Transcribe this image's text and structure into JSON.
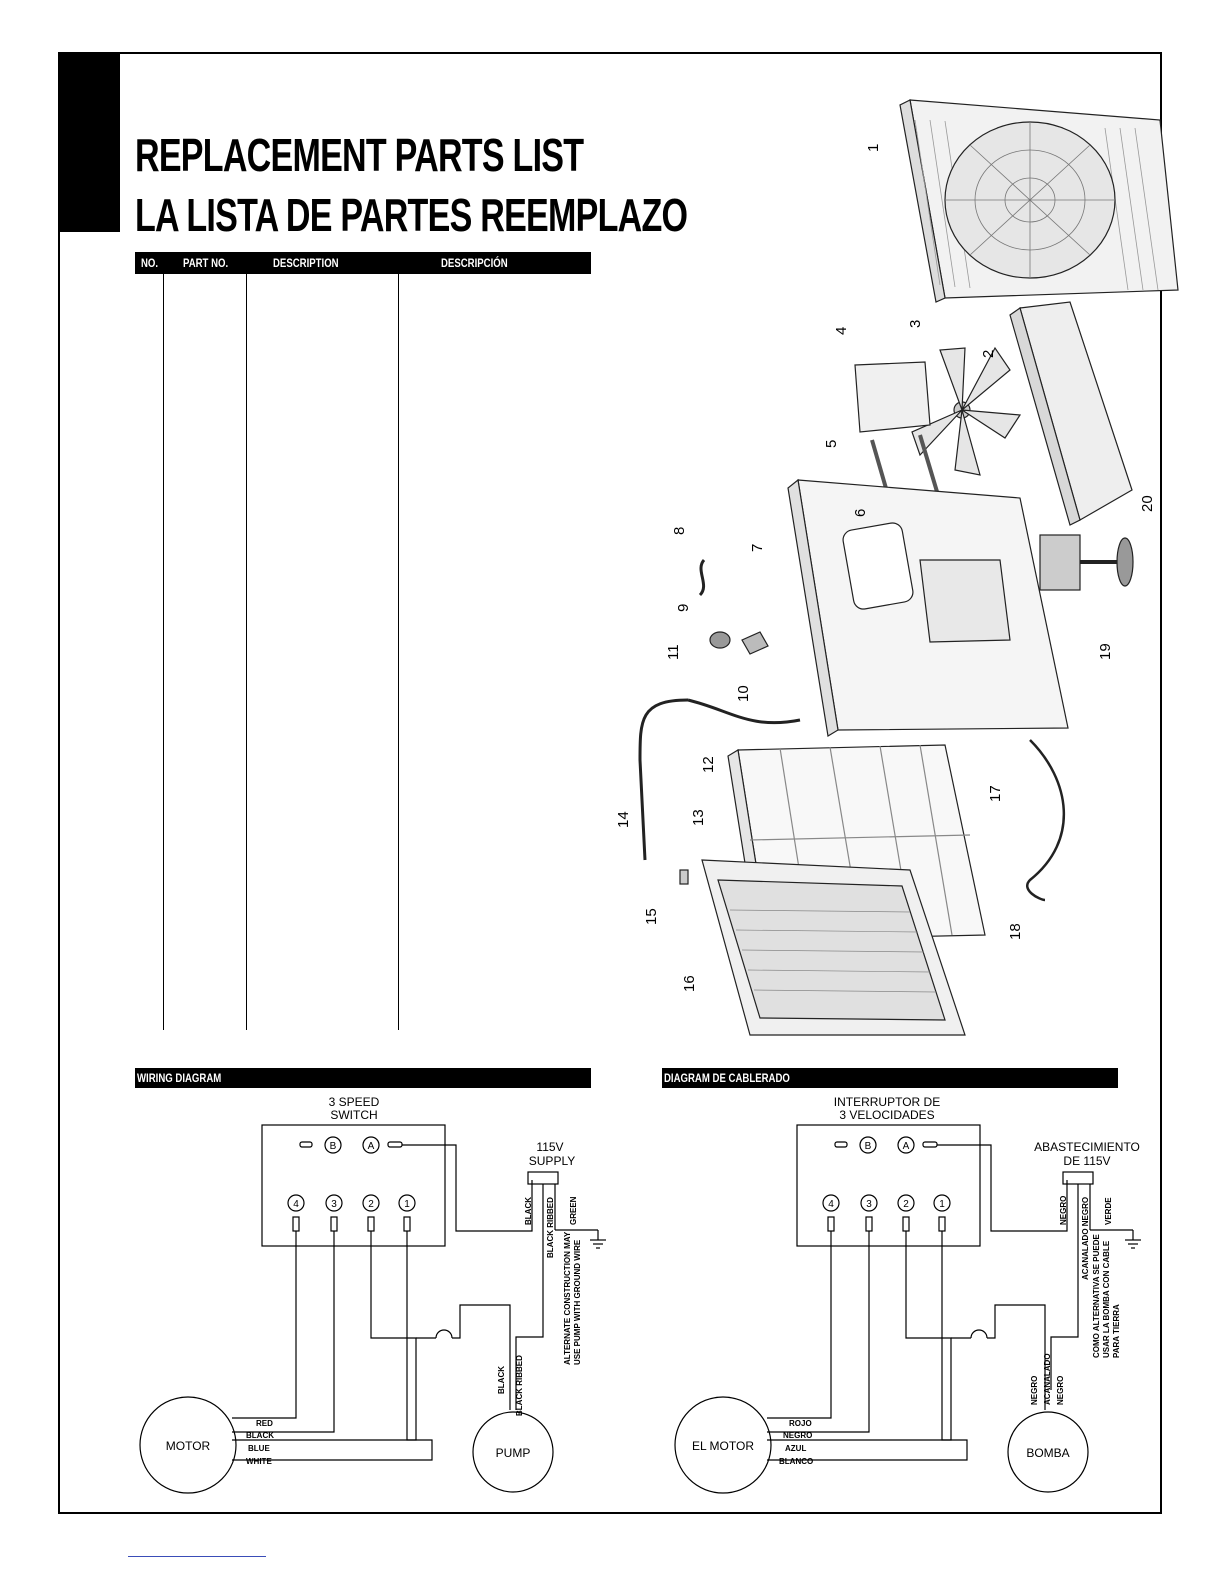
{
  "header": {
    "title_en": "REPLACEMENT PARTS LIST",
    "title_es": "LA LISTA DE PARTES REEMPLAZO"
  },
  "parts_table": {
    "columns": [
      "NO.",
      "PART NO.",
      "DESCRIPTION",
      "DESCRIPCIÓN"
    ],
    "rows": []
  },
  "exploded_view": {
    "callouts": [
      "1",
      "2",
      "3",
      "4",
      "5",
      "6",
      "7",
      "8",
      "9",
      "10",
      "11",
      "12",
      "13",
      "14",
      "15",
      "16",
      "17",
      "18",
      "19",
      "20"
    ]
  },
  "wiring_en": {
    "section_title": "WIRING DIAGRAM",
    "switch_label_1": "3 SPEED",
    "switch_label_2": "SWITCH",
    "terminal_b": "B",
    "terminal_a": "A",
    "terminals": [
      "4",
      "3",
      "2",
      "1"
    ],
    "supply_1": "115V",
    "supply_2": "SUPPLY",
    "wire_black": "BLACK",
    "wire_black_ribbed": "BLACK RIBBED",
    "wire_green": "GREEN",
    "note_1": "ALTERNATE CONSTRUCTION MAY",
    "note_2": "USE PUMP WITH GROUND WIRE",
    "pump_wire_1": "BLACK",
    "pump_wire_2": "BLACK RIBBED",
    "motor": "MOTOR",
    "pump": "PUMP",
    "motor_wires": [
      "RED",
      "BLACK",
      "BLUE",
      "WHITE"
    ]
  },
  "wiring_es": {
    "section_title": "DIAGRAM DE CABLERADO",
    "switch_label_1": "INTERRUPTOR DE",
    "switch_label_2": "3 VELOCIDADES",
    "terminal_b": "B",
    "terminal_a": "A",
    "terminals": [
      "4",
      "3",
      "2",
      "1"
    ],
    "supply_1": "ABASTECIMIENTO",
    "supply_2": "DE 115V",
    "wire_black": "NEGRO",
    "wire_black_ribbed": "ACANALADO NEGRO",
    "wire_green": "VERDE",
    "note_1": "COMO ALTERNATIVA SE PUEDE",
    "note_2": "USAR LA BOMBA CON CABLE",
    "note_3": "PARA TIERRA",
    "pump_wire_1": "NEGRO",
    "pump_wire_2": "ACANALADO",
    "pump_wire_3": "NEGRO",
    "motor": "EL MOTOR",
    "pump": "BOMBA",
    "motor_wires": [
      "ROJO",
      "NEGRO",
      "AZUL",
      "BLANCO"
    ]
  }
}
